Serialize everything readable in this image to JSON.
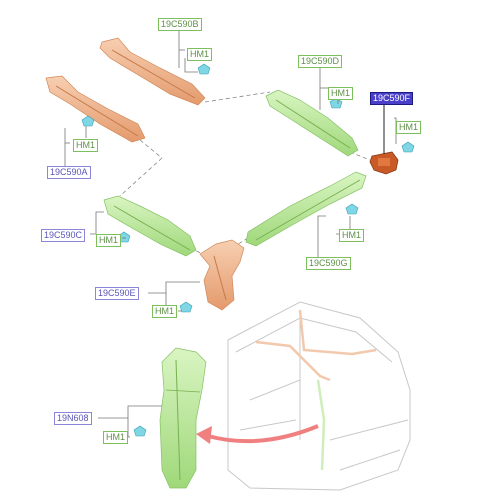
{
  "colors": {
    "green_part": "#bdeb9a",
    "orange_part": "#f0b088",
    "selected_part": "#c85a28",
    "label_green": "#7cbf5c",
    "label_blue": "#8c86d8",
    "selected_label": "#4a3fc9",
    "clip_color": "#7fd6e4",
    "arrow_color": "#f08080",
    "van_outline": "#c8c8c8"
  },
  "icons": [
    "clip-icon",
    "arrow-icon"
  ],
  "labels": {
    "l19C590B": "19C590B",
    "l19C590D": "19C590D",
    "l19C590F": "19C590F",
    "l19C590A": "19C590A",
    "l19C590C": "19C590C",
    "l19C590G": "19C590G",
    "l19C590E": "19C590E",
    "l19N608": "19N608",
    "hm1": "HM1"
  }
}
